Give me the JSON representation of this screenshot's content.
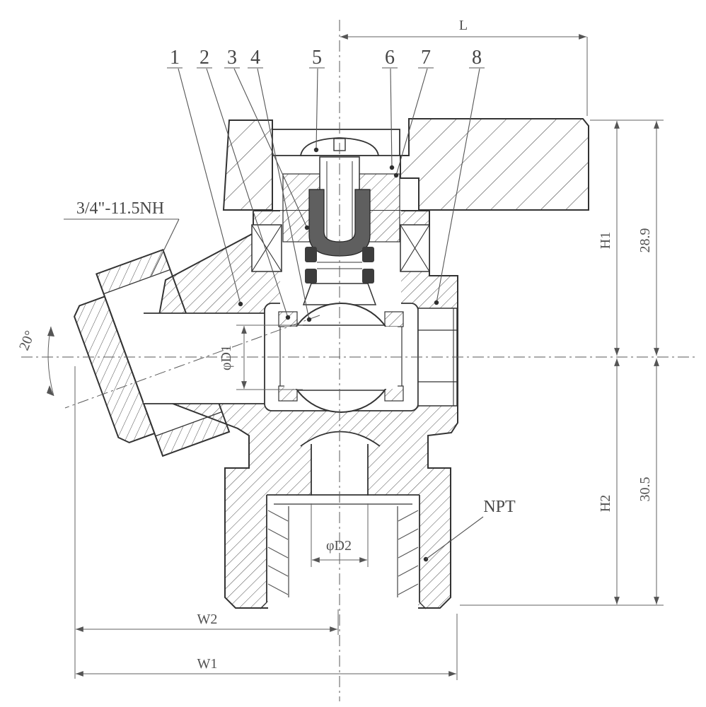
{
  "drawing": {
    "type": "angle-valve-cross-section",
    "part_callouts": [
      "1",
      "2",
      "3",
      "4",
      "5",
      "6",
      "7",
      "8"
    ],
    "dimensions": {
      "length": "L",
      "height_upper_label": "H1",
      "height_upper_value": "28.9",
      "height_lower_label": "H2",
      "height_lower_value": "30.5",
      "width_full": "W1",
      "width_partial": "W2",
      "bore_ball": "φD1",
      "bore_outlet": "φD2",
      "spigot_angle": "20°"
    },
    "annotations": {
      "hose_thread": "3/4\"-11.5NH",
      "outlet_thread": "NPT"
    },
    "colors": {
      "line": "#333333",
      "dim_line": "#606060",
      "text": "#4f4f4f",
      "background": "#ffffff",
      "seal_dark": "#5f5f5f"
    }
  }
}
